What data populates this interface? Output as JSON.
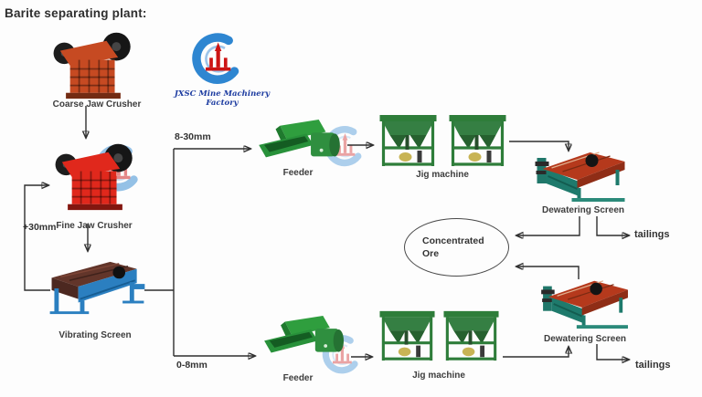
{
  "title": "Barite separating plant:",
  "logo": {
    "company": "JXSC Mine Machinery Factory"
  },
  "crushing_section": {
    "coarse_crusher_label": "Coarse Jaw Crusher",
    "fine_crusher_label": "Fine Jaw Crusher",
    "vibrating_screen_label": "Vibrating Screen",
    "oversize_recycle_label": "+30mm"
  },
  "top_line": {
    "size_label": "8-30mm",
    "feeder_label": "Feeder",
    "jig_label": "Jig machine",
    "dewatering_label": "Dewatering Screen",
    "tailings_label": "tailings"
  },
  "bottom_line": {
    "size_label": "0-8mm",
    "feeder_label": "Feeder",
    "jig_label": "Jig machine",
    "dewatering_label": "Dewatering Screen",
    "tailings_label": "tailings"
  },
  "output": {
    "concentrated_line1": "Concentrated",
    "concentrated_line2": "Ore"
  },
  "colors": {
    "background": "#fdfdfd",
    "line": "#2f2f2f",
    "label_text": "#3d3d3d",
    "coarse_crusher": "#c64a22",
    "fine_crusher": "#e0281c",
    "vibrating_screen_frame": "#2b7fc0",
    "screen_deck_brown": "#62352a",
    "feeder_green": "#2f9e3e",
    "jig_green": "#2e7d3a",
    "dewatering_deck_red": "#b5391c",
    "dewatering_frame_teal": "#1e7a6c",
    "logo_blue": "#2e86d1",
    "logo_red": "#cc1414",
    "logo_text_blue": "#1c3ba0"
  }
}
